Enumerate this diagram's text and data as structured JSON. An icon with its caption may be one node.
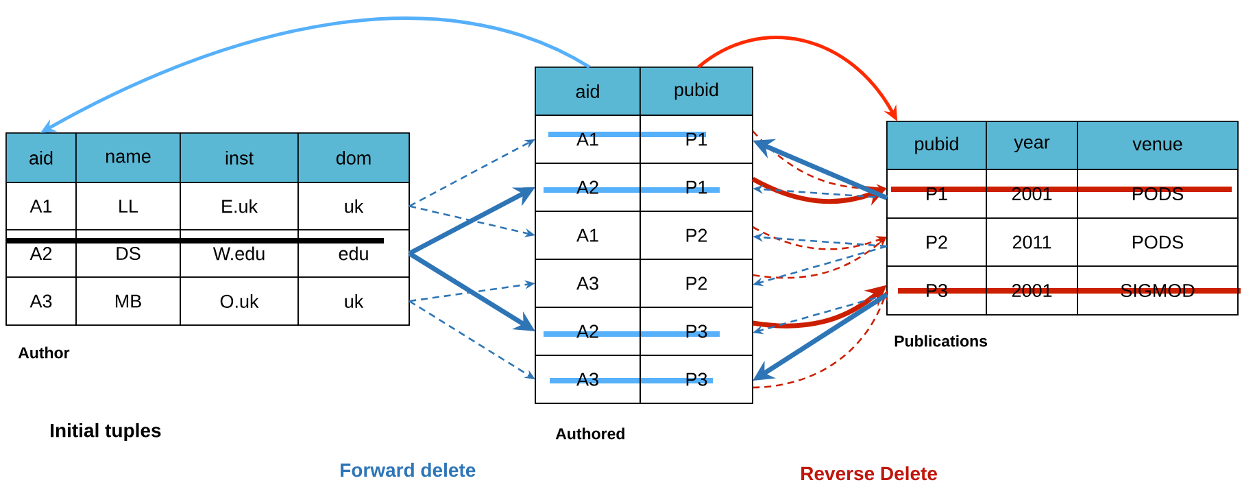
{
  "diagram": {
    "nodes": [
      {
        "text": [
          "Author"
        ]
      },
      {
        "text": [
          "aid",
          "name",
          "inst",
          "dom"
        ],
        "in": 0
      },
      {
        "text": [
          "A1",
          "LL",
          "E.uk",
          "uk"
        ],
        "in": 0
      },
      {
        "text": [
          "A2",
          "DS",
          "W.edu",
          "edu"
        ],
        "in": 0
      },
      {
        "text": [
          "A3",
          "MB",
          "O.uk",
          "uk"
        ],
        "in": 0
      },
      {
        "text": [
          "Authored"
        ]
      },
      {
        "text": [
          "aid",
          "pubid"
        ],
        "in": 5
      },
      {
        "text": [
          "A1",
          "P1"
        ],
        "in": 5
      },
      {
        "text": [
          "A2",
          "P1"
        ],
        "in": 5
      },
      {
        "text": [
          "A1",
          "P2"
        ],
        "in": 5
      },
      {
        "text": [
          "A3",
          "P2"
        ],
        "in": 5
      },
      {
        "text": [
          "A2",
          "P3"
        ],
        "in": 5
      },
      {
        "text": [
          "A3",
          "P3"
        ],
        "in": 5
      },
      {
        "text": [
          "Publications"
        ]
      },
      {
        "text": [
          "pubid",
          "year",
          "venue"
        ],
        "in": 13
      },
      {
        "text": [
          "P1",
          "2001",
          "PODS"
        ],
        "in": 13
      },
      {
        "text": [
          "P2",
          "2011",
          "PODS"
        ],
        "in": 13
      },
      {
        "text": [
          "P3",
          "2001",
          "SIGMOD"
        ],
        "in": 13
      }
    ],
    "edges": [
      {
        "from": 6,
        "to": 1,
        "arrow": "to",
        "color": "#56b0fa"
      },
      {
        "from": 6,
        "to": 14,
        "arrow": "to",
        "color": "#ff2a00"
      },
      {
        "from": 2,
        "to": 7,
        "arrow": "to",
        "style": "dashed"
      },
      {
        "from": 2,
        "to": 9,
        "arrow": "to",
        "style": "dashed"
      },
      {
        "from": 3,
        "to": 8,
        "arrow": "to",
        "style": "thick"
      },
      {
        "from": 3,
        "to": 11,
        "arrow": "to",
        "style": "thick"
      },
      {
        "from": 4,
        "to": 10,
        "arrow": "to",
        "style": "dashed"
      },
      {
        "from": 4,
        "to": 12,
        "arrow": "to",
        "style": "dashed"
      },
      {
        "from": 7,
        "to": 15,
        "arrow": "to",
        "style": "dashed",
        "color": "#cc1f00"
      },
      {
        "from": 8,
        "to": 15,
        "arrow": "to",
        "style": "thick",
        "color": "#cc1f00"
      },
      {
        "from": 9,
        "to": 16,
        "arrow": "to",
        "style": "dashed",
        "color": "#cc1f00"
      },
      {
        "from": 10,
        "to": 16,
        "arrow": "to",
        "style": "dashed",
        "color": "#cc1f00"
      },
      {
        "from": 11,
        "to": 17,
        "arrow": "to",
        "style": "thick",
        "color": "#cc1f00"
      },
      {
        "from": 12,
        "to": 17,
        "arrow": "to",
        "style": "dashed",
        "color": "#cc1f00"
      },
      {
        "from": 15,
        "to": 7,
        "arrow": "to",
        "style": "thick"
      },
      {
        "from": 15,
        "to": 8,
        "arrow": "to",
        "style": "dashed"
      },
      {
        "from": 16,
        "to": 9,
        "arrow": "to",
        "style": "dashed"
      },
      {
        "from": 16,
        "to": 10,
        "arrow": "to",
        "style": "dashed"
      },
      {
        "from": 17,
        "to": 11,
        "arrow": "to",
        "style": "dashed"
      },
      {
        "from": 17,
        "to": 12,
        "arrow": "to",
        "style": "thick"
      }
    ],
    "labels": [
      "Initial tuples",
      "Forward delete",
      "Reverse Delete"
    ]
  }
}
